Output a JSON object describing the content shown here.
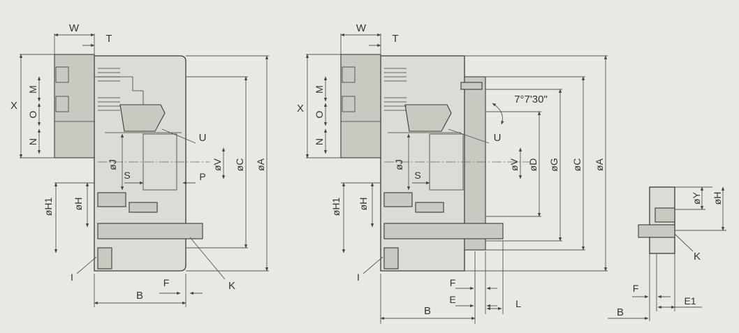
{
  "labels": {
    "W": "W",
    "T": "T",
    "X": "X",
    "M": "M",
    "O": "O",
    "N": "N",
    "U": "U",
    "J": "øJ",
    "V": "øV",
    "C": "øC",
    "A": "øA",
    "S": "S",
    "P": "P",
    "H1": "øH1",
    "H": "øH",
    "I": "I",
    "B": "B",
    "F": "F",
    "K": "K",
    "angle": "7°7'30\"",
    "D": "øD",
    "G": "øG",
    "E": "E",
    "L": "L",
    "Y": "øY",
    "E1": "E1"
  },
  "colors": {
    "background": "#e9e9e4",
    "line": "#3a3a3a",
    "fill": "#dcdcd6"
  }
}
